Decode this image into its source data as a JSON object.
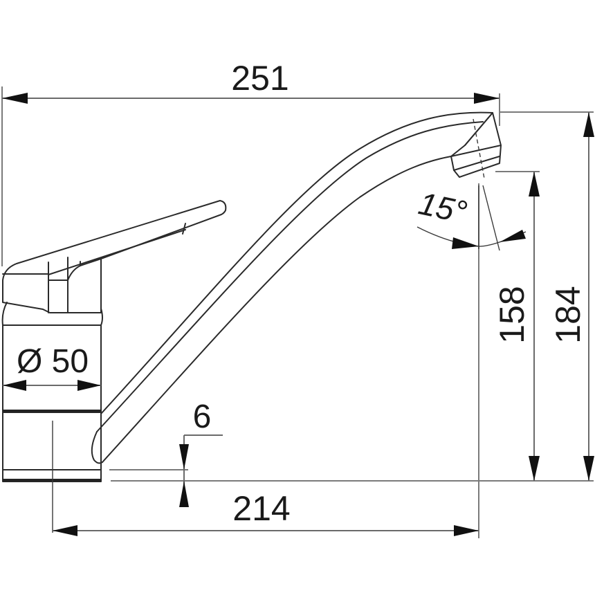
{
  "drawing": {
    "subject": "Single-lever kitchen faucet, side elevation with dimensions",
    "units": "mm",
    "colors": {
      "line": "#2a2a2a",
      "dimension_line": "#6a6a6a",
      "background": "#ffffff"
    }
  },
  "dimensions": {
    "overall_length": {
      "label": "251",
      "value": 251
    },
    "spout_reach": {
      "label": "214",
      "value": 214
    },
    "outlet_height": {
      "label": "158",
      "value": 158
    },
    "overall_height": {
      "label": "184",
      "value": 184
    },
    "base_diameter": {
      "label": "Ø 50",
      "value": 50
    },
    "base_offset": {
      "label": "6",
      "value": 6
    },
    "aerator_angle": {
      "label": "15°",
      "value": 15
    }
  }
}
